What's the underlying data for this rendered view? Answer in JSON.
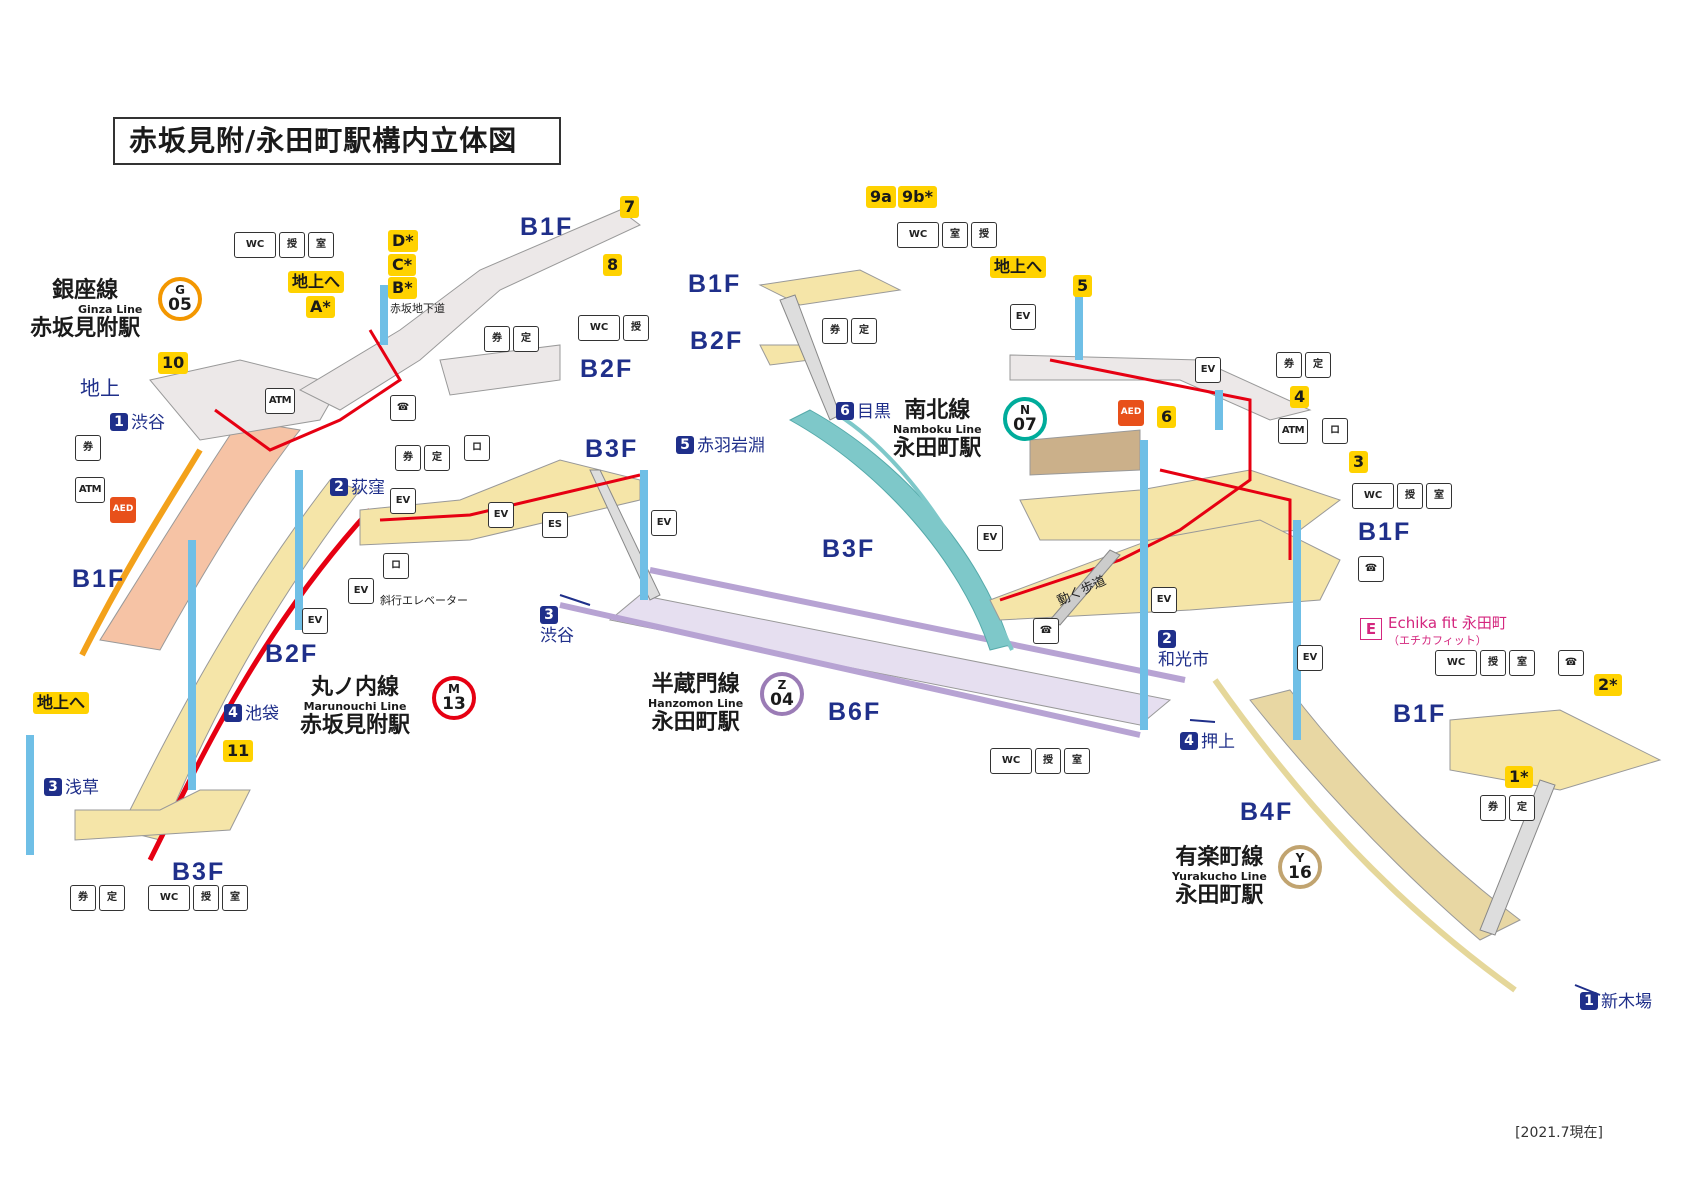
{
  "title": "赤坂見附/永田町駅構内立体図",
  "date_stamp": "[2021.7現在]",
  "floors": {
    "b1f_left": "B1F",
    "b2f_left": "B2F",
    "b3f_left": "B3F",
    "b1f_mid": "B1F",
    "b2f_mid": "B2F",
    "b3f_mid": "B3F",
    "b1f_center": "B1F",
    "b2f_center": "B2F",
    "b3f_center": "B3F",
    "b6f": "B6F",
    "b1f_right": "B1F",
    "b1f_far_right": "B1F",
    "b4f": "B4F"
  },
  "stations": {
    "ginza": {
      "jp": "銀座線",
      "en": "Ginza Line",
      "name": "赤坂見附駅",
      "letter": "G",
      "code": "05",
      "color": "#f39700"
    },
    "marunouchi": {
      "jp": "丸ノ内線",
      "en": "Marunouchi Line",
      "name": "赤坂見附駅",
      "letter": "M",
      "code": "13",
      "color": "#e60012"
    },
    "hanzomon": {
      "jp": "半蔵門線",
      "en": "Hanzomon Line",
      "name": "永田町駅",
      "letter": "Z",
      "code": "04",
      "color": "#9b7cb6"
    },
    "namboku": {
      "jp": "南北線",
      "en": "Namboku Line",
      "name": "永田町駅",
      "letter": "N",
      "code": "07",
      "color": "#00ac9b"
    },
    "yurakucho": {
      "jp": "有楽町線",
      "en": "Yurakucho Line",
      "name": "永田町駅",
      "letter": "Y",
      "code": "16",
      "color": "#c1a470"
    }
  },
  "exits": {
    "e10": "10",
    "e11": "11",
    "e7": "7",
    "e8": "8",
    "d": "D*",
    "c": "C*",
    "b": "B*",
    "a": "A*",
    "e9a": "9a",
    "e9b": "9b*",
    "e5": "5",
    "e4": "4",
    "e6": "6",
    "e3": "3",
    "e2s": "2*",
    "e1s": "1*",
    "chijo_he_1": "地上へ",
    "chijo_he_2": "地上へ",
    "chijo_he_3": "地上へ"
  },
  "directions": {
    "shibuya1": {
      "n": "1",
      "t": "渋谷"
    },
    "ogikubo": {
      "n": "2",
      "t": "荻窪"
    },
    "ikebukuro": {
      "n": "4",
      "t": "池袋"
    },
    "asakusa": {
      "n": "3",
      "t": "浅草"
    },
    "shibuya3": {
      "n": "3",
      "t": "渋谷"
    },
    "meguro": {
      "n": "6",
      "t": "目黒"
    },
    "akabane": {
      "n": "5",
      "t": "赤羽岩淵"
    },
    "wakoshi": {
      "n": "2",
      "t": "和光市"
    },
    "oshiage": {
      "n": "4",
      "t": "押上"
    },
    "shinkiba": {
      "n": "1",
      "t": "新木場"
    }
  },
  "labels": {
    "chijo": "地上",
    "akasaka_chikado": "赤坂地下道",
    "shako_elevator": "斜行エレベーター",
    "ugoku_hodo": "動く歩道",
    "echika_name": "Echika fit 永田町",
    "echika_kana": "（エチカフィット）",
    "echika_letter": "E"
  },
  "icons": {
    "atm": "ATM",
    "aed": "AED",
    "toilet": "WC",
    "baby": "授",
    "room": "室",
    "phone": "☎",
    "elevator": "EV",
    "ticket": "券",
    "teiki": "定",
    "locker": "ロ",
    "esc": "ES"
  }
}
